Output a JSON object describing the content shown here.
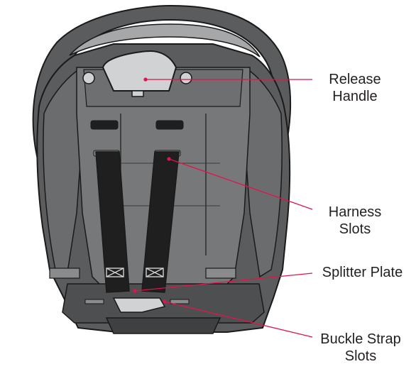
{
  "labels": {
    "release_handle_line1": "Release",
    "release_handle_line2": "Handle",
    "harness_slots_line1": "Harness",
    "harness_slots_line2": "Slots",
    "splitter_plate": "Splitter Plate",
    "buckle_strap_line1": "Buckle Strap",
    "buckle_strap_line2": "Slots"
  },
  "colors": {
    "shell_dark": "#5b5c5e",
    "shell_mid": "#77787a",
    "shell_light": "#a6a7a9",
    "handle_fill": "#d1d2d4",
    "strap": "#1f1f1f",
    "outline": "#1a1a1a",
    "leader_line": "#e0154c",
    "text": "#231f20"
  }
}
